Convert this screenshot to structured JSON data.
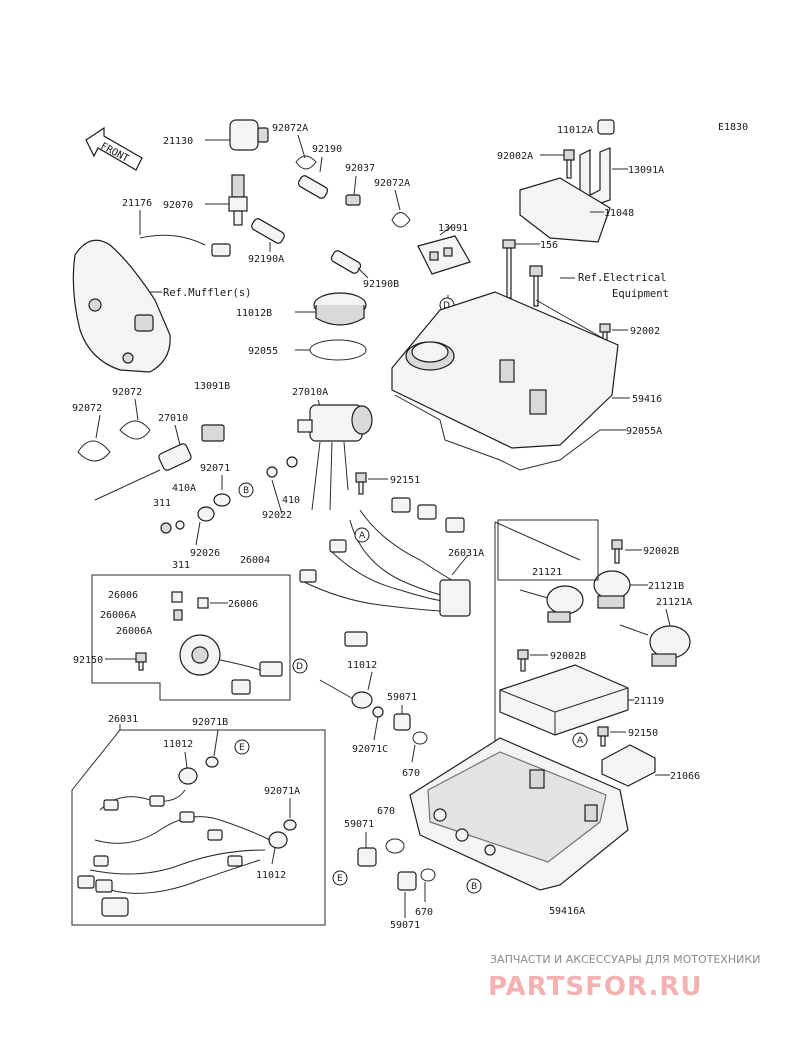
{
  "diagram_code": "E1830",
  "front_label": "FRONT",
  "labels": {
    "p21130": "21130",
    "p92072A_a": "92072A",
    "p92190": "92190",
    "p92037": "92037",
    "p92072A_b": "92072A",
    "p21176": "21176",
    "p92070": "92070",
    "p92190A": "92190A",
    "p92190B": "92190B",
    "p13091": "13091",
    "p11012A": "11012A",
    "p92002A": "92002A",
    "p13091A": "13091A",
    "p11048": "11048",
    "p156": "156",
    "ref_electrical_1": "Ref.Electrical",
    "ref_electrical_2": "Equipment",
    "ref_muffler": "Ref.Muffler(s)",
    "p11012B": "11012B",
    "p92055": "92055",
    "p92002": "92002",
    "p59416": "59416",
    "p92055A": "92055A",
    "p92072_a": "92072",
    "p13091B": "13091B",
    "p92072_b": "92072",
    "p27010": "27010",
    "p27010A": "27010A",
    "p92071": "92071",
    "p410A": "410A",
    "p410": "410",
    "p92022": "92022",
    "p92151": "92151",
    "p311_a": "311",
    "p311_b": "311",
    "p92026": "92026",
    "p26004": "26004",
    "p26031A": "26031A",
    "p92002B": "92002B",
    "p26006": "26006",
    "p26006A_a": "26006A",
    "p26006_b": "26006",
    "p26006A_b": "26006A",
    "p21121": "21121",
    "p21121B": "21121B",
    "p21121A": "21121A",
    "p92150_a": "92150",
    "p11012_a": "11012",
    "p92002B_b": "92002B",
    "p59071_a": "59071",
    "p21119": "21119",
    "p26031": "26031",
    "p92071B": "92071B",
    "p11012_b": "11012",
    "p92071C": "92071C",
    "p92150_b": "92150",
    "p670_a": "670",
    "p21066": "21066",
    "p92071A": "92071A",
    "p670_b": "670",
    "p59071_b": "59071",
    "p11012_c": "11012",
    "p670_c": "670",
    "p59071_c": "59071",
    "p59416A": "59416A"
  },
  "callouts": {
    "A": "A",
    "B": "B",
    "D": "D",
    "E": "E"
  },
  "watermark": {
    "tagline": "ЗАПЧАСТИ И АКСЕССУАРЫ ДЛЯ МОТОТЕХНИКИ",
    "brand": "PARTSFOR.RU",
    "brand_color": "#e07a7a"
  }
}
